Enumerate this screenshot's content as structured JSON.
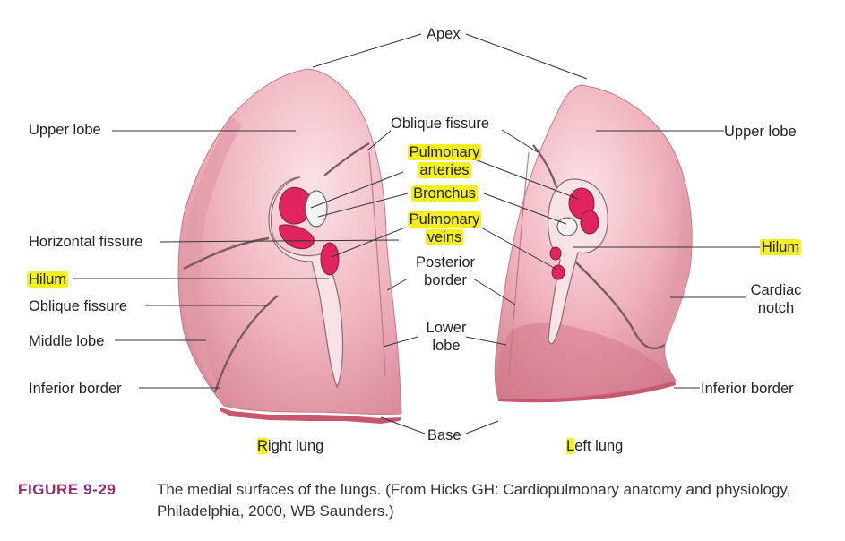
{
  "labels": {
    "apex": "Apex",
    "upper_lobe_right": "Upper lobe",
    "upper_lobe_left": "Upper lobe",
    "oblique_fissure_top": "Oblique fissure",
    "pulmonary_arteries_1": "Pulmonary",
    "pulmonary_arteries_2": "arteries",
    "bronchus": "Bronchus",
    "pulmonary_veins_1": "Pulmonary",
    "pulmonary_veins_2": "veins",
    "horizontal_fissure": "Horizontal fissure",
    "hilum_right": "Hilum",
    "hilum_left": "Hilum",
    "posterior_border_1": "Posterior",
    "posterior_border_2": "border",
    "oblique_fissure_left": "Oblique fissure",
    "middle_lobe": "Middle lobe",
    "lower_lobe_1": "Lower",
    "lower_lobe_2": "lobe",
    "cardiac_notch_1": "Cardiac",
    "cardiac_notch_2": "notch",
    "inferior_border_right": "Inferior border",
    "inferior_border_left": "Inferior border",
    "base": "Base",
    "right_lung_initial": "R",
    "right_lung_rest": "ight lung",
    "left_lung_initial": "L",
    "left_lung_rest": "eft lung"
  },
  "caption": {
    "figure_label": "FIGURE 9-29",
    "text": "The medial surfaces of the lungs. (From Hicks GH: Cardiopulmonary anatomy and physiology, Philadelphia, 2000, WB Saunders.)"
  },
  "colors": {
    "highlight": "#f5ef1d",
    "figure_label": "#9c2a6e",
    "lung_fill": "#eeb1bb",
    "vessel": "#e0245e"
  }
}
